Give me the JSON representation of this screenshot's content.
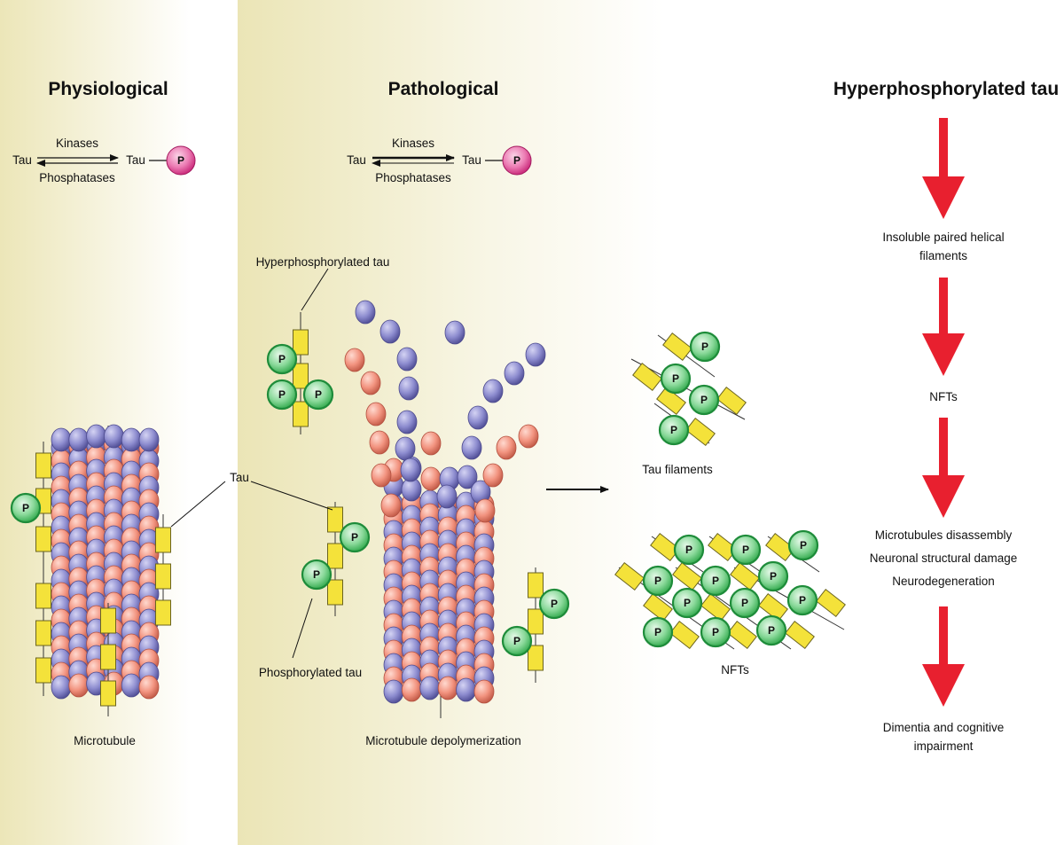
{
  "physiological": {
    "title": "Physiological",
    "tau_left": "Tau",
    "tau_right": "Tau",
    "kinases": "Kinases",
    "phosphatases": "Phosphatases",
    "p_label": "P",
    "microtubule_caption": "Microtubule",
    "tau_callout": "Tau"
  },
  "pathological": {
    "title": "Pathological",
    "tau_left": "Tau",
    "tau_right": "Tau",
    "kinases": "Kinases",
    "phosphatases": "Phosphatases",
    "p_label": "P",
    "hyperphosphorylated_label": "Hyperphosphorylated tau",
    "phosphorylated_label": "Phosphorylated tau",
    "depolymerization_caption": "Microtubule depolymerization",
    "tau_filaments_caption": "Tau filaments",
    "nfts_caption": "NFTs"
  },
  "cascade": {
    "title": "Hyperphosphorylated tau",
    "steps": [
      [
        "Insoluble paired helical",
        "filaments"
      ],
      [
        "NFTs"
      ],
      [
        "Microtubules disassembly",
        "Neuronal structural damage",
        "Neurodegeneration"
      ],
      [
        "Dimentia and cognitive",
        "impairment"
      ]
    ]
  },
  "colors": {
    "arrow_red": "#e8202f",
    "tubulin_blue": "#8d8ccf",
    "tubulin_salmon": "#f2937f",
    "tau_yellow": "#f4e23a",
    "phospho_green": "#2db34a",
    "phospho_magenta": "#d9267e"
  }
}
